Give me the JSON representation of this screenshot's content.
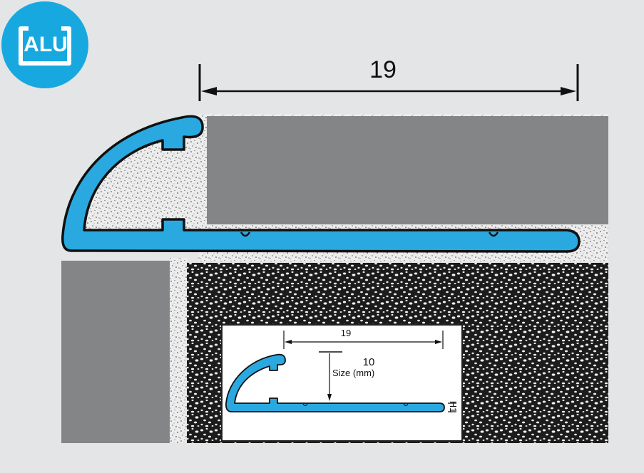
{
  "badge": {
    "text": "ALU",
    "color": "#18a8e0"
  },
  "main_dimension": {
    "value": "19"
  },
  "inset": {
    "width_value": "19",
    "height_value": "10",
    "size_label": "Size",
    "size_unit": "(mm)",
    "thickness_label": "H1"
  },
  "colors": {
    "profile": "#2aa9e0",
    "tile": "#848587",
    "adhesive": "#ececec",
    "background": "#e4e5e6",
    "substrate": "#1e1e1e"
  }
}
